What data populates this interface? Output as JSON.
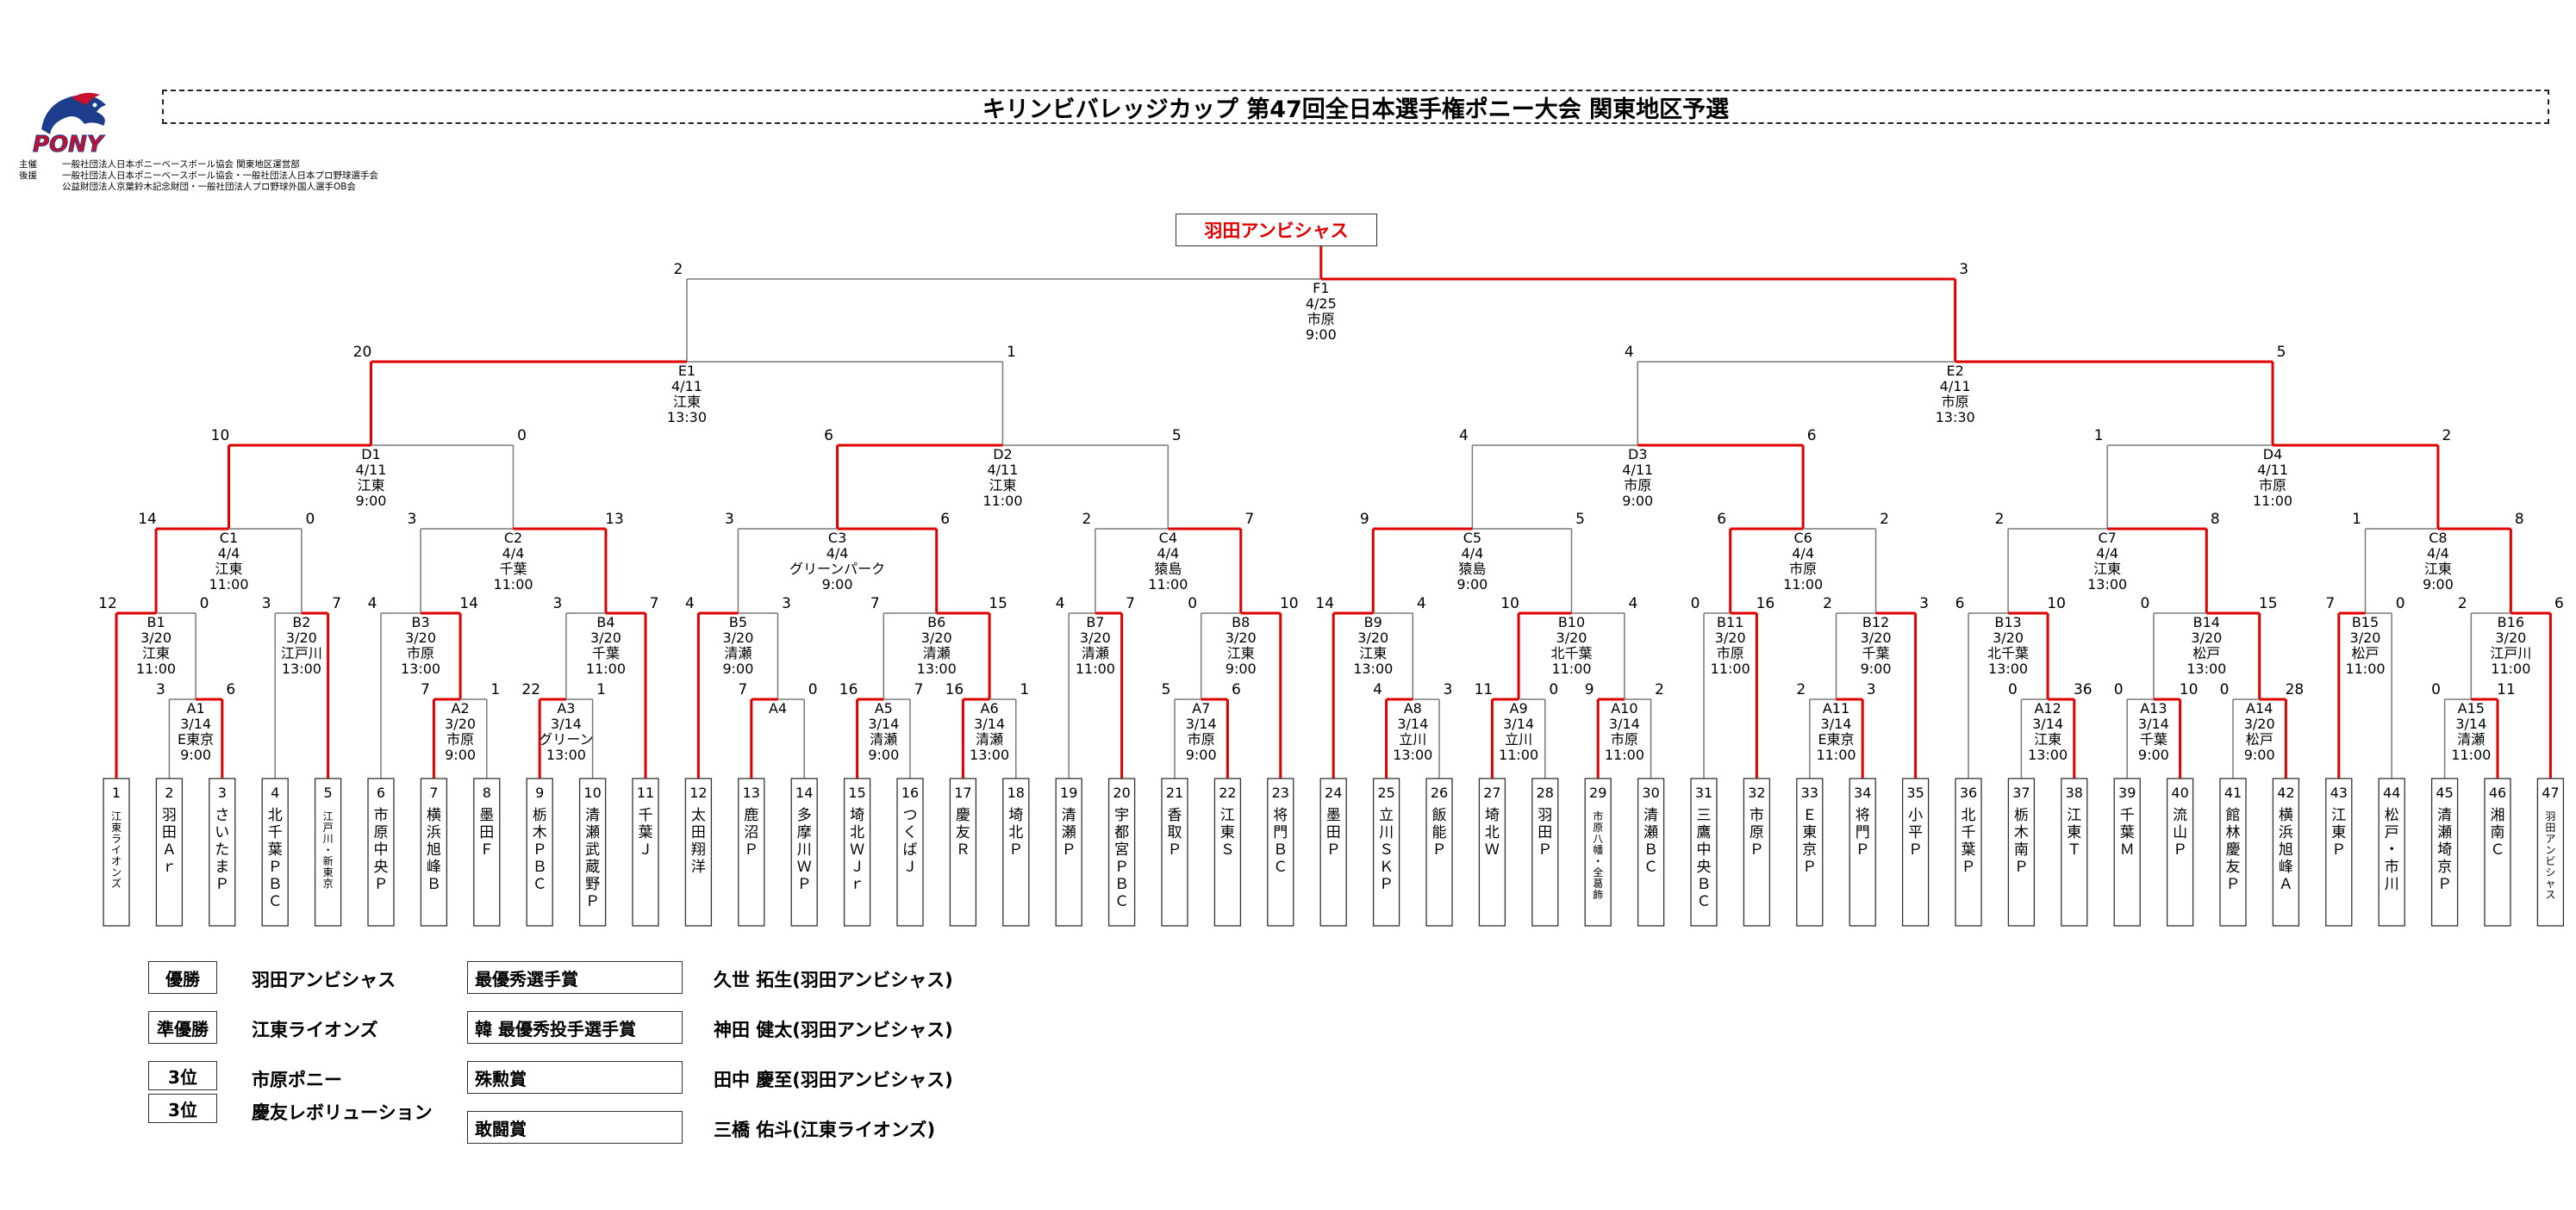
{
  "title": "キリンビバレッジカップ 第47回全日本選手権ポニー大会 関東地区予選",
  "logo_text": "PONY",
  "organizers": [
    {
      "label": "主催",
      "text": "一般社団法人日本ポニーベースボール協会 関東地区運営部"
    },
    {
      "label": "後援",
      "text": "一般社団法人日本ポニーベースボール協会・一般社団法人日本プロ野球選手会"
    },
    {
      "label": "",
      "text": "公益財団法人京葉鈴木記念財団・一般社団法人プロ野球外国人選手OB会"
    }
  ],
  "champion": "羽田アンビシャス",
  "teams": [
    "江東ライオンズ",
    "羽田Ａｒ",
    "さいたまＰ",
    "北千葉ＰＢＣ",
    "江戸川・新東京",
    "市原中央Ｐ",
    "横浜旭峰Ｂ",
    "墨田Ｆ",
    "栃木ＰＢＣ",
    "清瀬武蔵野Ｐ",
    "千葉Ｊ",
    "太田翔洋",
    "鹿沼Ｐ",
    "多摩川ＷＰ",
    "埼北ＷＪｒ",
    "つくばＪ",
    "慶友Ｒ",
    "埼北Ｐ",
    "清瀬Ｐ",
    "宇都宮ＰＢＣ",
    "香取Ｐ",
    "江東Ｓ",
    "将門ＢＣ",
    "墨田Ｐ",
    "立川ＳＫＰ",
    "飯能Ｐ",
    "埼北Ｗ",
    "羽田Ｐ",
    "市原八幡・全葛飾",
    "清瀬ＢＣ",
    "三鷹中央ＢＣ",
    "市原Ｐ",
    "Ｅ東京Ｐ",
    "将門Ｐ",
    "小平Ｐ",
    "北千葉Ｐ",
    "栃木南Ｐ",
    "江東Ｔ",
    "千葉Ｍ",
    "流山Ｐ",
    "館林慶友Ｐ",
    "横浜旭峰Ａ",
    "江東Ｐ",
    "松戸・市川",
    "清瀬埼京Ｐ",
    "湘南Ｃ",
    "羽田アンビシャス"
  ],
  "matches": {
    "A1": {
      "label": "A1",
      "date": "3/14",
      "place": "E東京",
      "time": "9:00",
      "ls": "3",
      "rs": "6"
    },
    "A2": {
      "label": "A2",
      "date": "3/20",
      "place": "市原",
      "time": "9:00",
      "ls": "7",
      "rs": "1"
    },
    "A3": {
      "label": "A3",
      "date": "3/14",
      "place": "グリーン",
      "time": "13:00",
      "ls": "22",
      "rs": "1"
    },
    "A4": {
      "label": "A4",
      "date": "",
      "place": "",
      "time": "",
      "ls": "7",
      "rs": "0"
    },
    "A5": {
      "label": "A5",
      "date": "3/14",
      "place": "清瀬",
      "time": "9:00",
      "ls": "16",
      "rs": "7"
    },
    "A6": {
      "label": "A6",
      "date": "3/14",
      "place": "清瀬",
      "time": "13:00",
      "ls": "16",
      "rs": "1"
    },
    "A7": {
      "label": "A7",
      "date": "3/14",
      "place": "市原",
      "time": "9:00",
      "ls": "5",
      "rs": "6"
    },
    "A8": {
      "label": "A8",
      "date": "3/14",
      "place": "立川",
      "time": "13:00",
      "ls": "4",
      "rs": "3"
    },
    "A9": {
      "label": "A9",
      "date": "3/14",
      "place": "立川",
      "time": "11:00",
      "ls": "11",
      "rs": "0"
    },
    "A10": {
      "label": "A10",
      "date": "3/14",
      "place": "市原",
      "time": "11:00",
      "ls": "9",
      "rs": "2"
    },
    "A11": {
      "label": "A11",
      "date": "3/14",
      "place": "E東京",
      "time": "11:00",
      "ls": "2",
      "rs": "3"
    },
    "A12": {
      "label": "A12",
      "date": "3/14",
      "place": "江東",
      "time": "13:00",
      "ls": "0",
      "rs": "36"
    },
    "A13": {
      "label": "A13",
      "date": "3/14",
      "place": "千葉",
      "time": "9:00",
      "ls": "0",
      "rs": "10"
    },
    "A14": {
      "label": "A14",
      "date": "3/20",
      "place": "松戸",
      "time": "9:00",
      "ls": "0",
      "rs": "28"
    },
    "A15": {
      "label": "A15",
      "date": "3/14",
      "place": "清瀬",
      "time": "11:00",
      "ls": "0",
      "rs": "11"
    },
    "B1": {
      "label": "B1",
      "date": "3/20",
      "place": "江東",
      "time": "11:00",
      "ls": "12",
      "rs": "0"
    },
    "B2": {
      "label": "B2",
      "date": "3/20",
      "place": "江戸川",
      "time": "13:00",
      "ls": "3",
      "rs": "7"
    },
    "B3": {
      "label": "B3",
      "date": "3/20",
      "place": "市原",
      "time": "13:00",
      "ls": "4",
      "rs": "14"
    },
    "B4": {
      "label": "B4",
      "date": "3/20",
      "place": "千葉",
      "time": "11:00",
      "ls": "3",
      "rs": "7"
    },
    "B5": {
      "label": "B5",
      "date": "3/20",
      "place": "清瀬",
      "time": "9:00",
      "ls": "4",
      "rs": "3"
    },
    "B6": {
      "label": "B6",
      "date": "3/20",
      "place": "清瀬",
      "time": "13:00",
      "ls": "7",
      "rs": "15"
    },
    "B7": {
      "label": "B7",
      "date": "3/20",
      "place": "清瀬",
      "time": "11:00",
      "ls": "4",
      "rs": "7"
    },
    "B8": {
      "label": "B8",
      "date": "3/20",
      "place": "江東",
      "time": "9:00",
      "ls": "0",
      "rs": "10"
    },
    "B9": {
      "label": "B9",
      "date": "3/20",
      "place": "江東",
      "time": "13:00",
      "ls": "14",
      "rs": "4"
    },
    "B10": {
      "label": "B10",
      "date": "3/20",
      "place": "北千葉",
      "time": "11:00",
      "ls": "10",
      "rs": "4"
    },
    "B11": {
      "label": "B11",
      "date": "3/20",
      "place": "市原",
      "time": "11:00",
      "ls": "0",
      "rs": "16"
    },
    "B12": {
      "label": "B12",
      "date": "3/20",
      "place": "千葉",
      "time": "9:00",
      "ls": "2",
      "rs": "3"
    },
    "B13": {
      "label": "B13",
      "date": "3/20",
      "place": "北千葉",
      "time": "13:00",
      "ls": "6",
      "rs": "10"
    },
    "B14": {
      "label": "B14",
      "date": "3/20",
      "place": "松戸",
      "time": "13:00",
      "ls": "0",
      "rs": "15"
    },
    "B15": {
      "label": "B15",
      "date": "3/20",
      "place": "松戸",
      "time": "11:00",
      "ls": "7",
      "rs": "0"
    },
    "B16": {
      "label": "B16",
      "date": "3/20",
      "place": "江戸川",
      "time": "11:00",
      "ls": "2",
      "rs": "6"
    },
    "C1": {
      "label": "C1",
      "date": "4/4",
      "place": "江東",
      "time": "11:00",
      "ls": "14",
      "rs": "0"
    },
    "C2": {
      "label": "C2",
      "date": "4/4",
      "place": "千葉",
      "time": "11:00",
      "ls": "3",
      "rs": "13"
    },
    "C3": {
      "label": "C3",
      "date": "4/4",
      "place": "グリーンパーク",
      "time": "9:00",
      "ls": "3",
      "rs": "6"
    },
    "C4": {
      "label": "C4",
      "date": "4/4",
      "place": "猿島",
      "time": "11:00",
      "ls": "2",
      "rs": "7"
    },
    "C5": {
      "label": "C5",
      "date": "4/4",
      "place": "猿島",
      "time": "9:00",
      "ls": "9",
      "rs": "5"
    },
    "C6": {
      "label": "C6",
      "date": "4/4",
      "place": "市原",
      "time": "11:00",
      "ls": "6",
      "rs": "2"
    },
    "C7": {
      "label": "C7",
      "date": "4/4",
      "place": "江東",
      "time": "13:00",
      "ls": "2",
      "rs": "8"
    },
    "C8": {
      "label": "C8",
      "date": "4/4",
      "place": "江東",
      "time": "9:00",
      "ls": "1",
      "rs": "8"
    },
    "D1": {
      "label": "D1",
      "date": "4/11",
      "place": "江東",
      "time": "9:00",
      "ls": "10",
      "rs": "0"
    },
    "D2": {
      "label": "D2",
      "date": "4/11",
      "place": "江東",
      "time": "11:00",
      "ls": "6",
      "rs": "5"
    },
    "D3": {
      "label": "D3",
      "date": "4/11",
      "place": "市原",
      "time": "9:00",
      "ls": "4",
      "rs": "6"
    },
    "D4": {
      "label": "D4",
      "date": "4/11",
      "place": "市原",
      "time": "11:00",
      "ls": "1",
      "rs": "2"
    },
    "E1": {
      "label": "E1",
      "date": "4/11",
      "place": "江東",
      "time": "13:30",
      "ls": "20",
      "rs": "1"
    },
    "E2": {
      "label": "E2",
      "date": "4/11",
      "place": "市原",
      "time": "13:30",
      "ls": "4",
      "rs": "5"
    },
    "F1": {
      "label": "F1",
      "date": "4/25",
      "place": "市原",
      "time": "9:00",
      "ls": "2",
      "rs": "3"
    }
  },
  "awards": {
    "results": [
      {
        "label": "優勝",
        "team": "羽田アンビシャス"
      },
      {
        "label": "準優勝",
        "team": "江東ライオンズ"
      },
      {
        "label": "3位",
        "team": "市原ポニー"
      },
      {
        "label": "3位",
        "team": "慶友レボリューション"
      }
    ],
    "individual": [
      {
        "label": "最優秀選手賞",
        "winner": "久世 拓生(羽田アンビシャス)"
      },
      {
        "label": "韓 最優秀投手選手賞",
        "winner": "神田 健太(羽田アンビシャス)"
      },
      {
        "label": "殊勲賞",
        "winner": "田中 慶至(羽田アンビシャス)"
      },
      {
        "label": "敢闘賞",
        "winner": "三橋 佑斗(江東ライオンズ)"
      }
    ]
  },
  "colors": {
    "win": "#e00000",
    "line": "#7a7a7a",
    "border": "#333333"
  }
}
